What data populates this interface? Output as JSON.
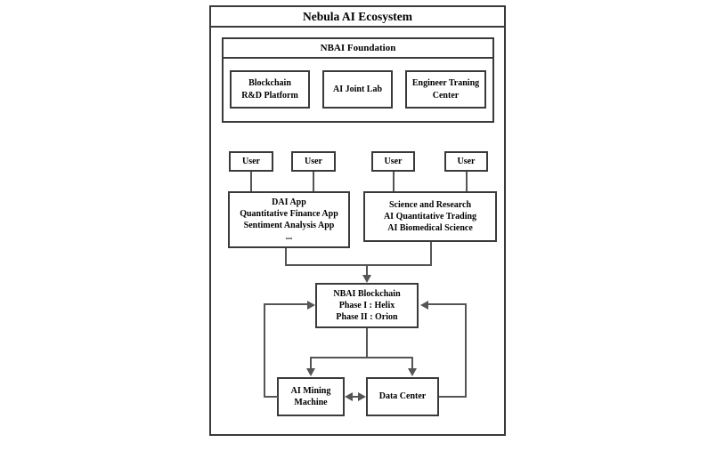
{
  "diagram": {
    "title": "Nebula AI Ecosystem",
    "foundation": {
      "title": "NBAI Foundation",
      "pillars": [
        {
          "line1": "Blockchain",
          "line2": "R&D Platform"
        },
        {
          "line1": "AI Joint Lab",
          "line2": ""
        },
        {
          "line1": "Engineer Traning",
          "line2": "Center"
        }
      ]
    },
    "users": [
      {
        "label": "User"
      },
      {
        "label": "User"
      },
      {
        "label": "User"
      },
      {
        "label": "User"
      }
    ],
    "apps": {
      "left": {
        "lines": [
          "DAI App",
          "Quantitative Finance App",
          "Sentiment Analysis App",
          "..."
        ]
      },
      "right": {
        "lines": [
          "Science and Research",
          "AI Quantitative Trading",
          "AI Biomedical Science"
        ]
      }
    },
    "blockchain": {
      "lines": [
        "NBAI Blockchain",
        "Phase I : Helix",
        "Phase II : Orion"
      ]
    },
    "infrastructure": {
      "mining": {
        "line1": "AI Mining",
        "line2": "Machine"
      },
      "datacenter": {
        "label": "Data Center"
      }
    },
    "colors": {
      "border": "#3a3a3a",
      "connector": "#555555",
      "background": "#ffffff",
      "text": "#000000"
    }
  }
}
